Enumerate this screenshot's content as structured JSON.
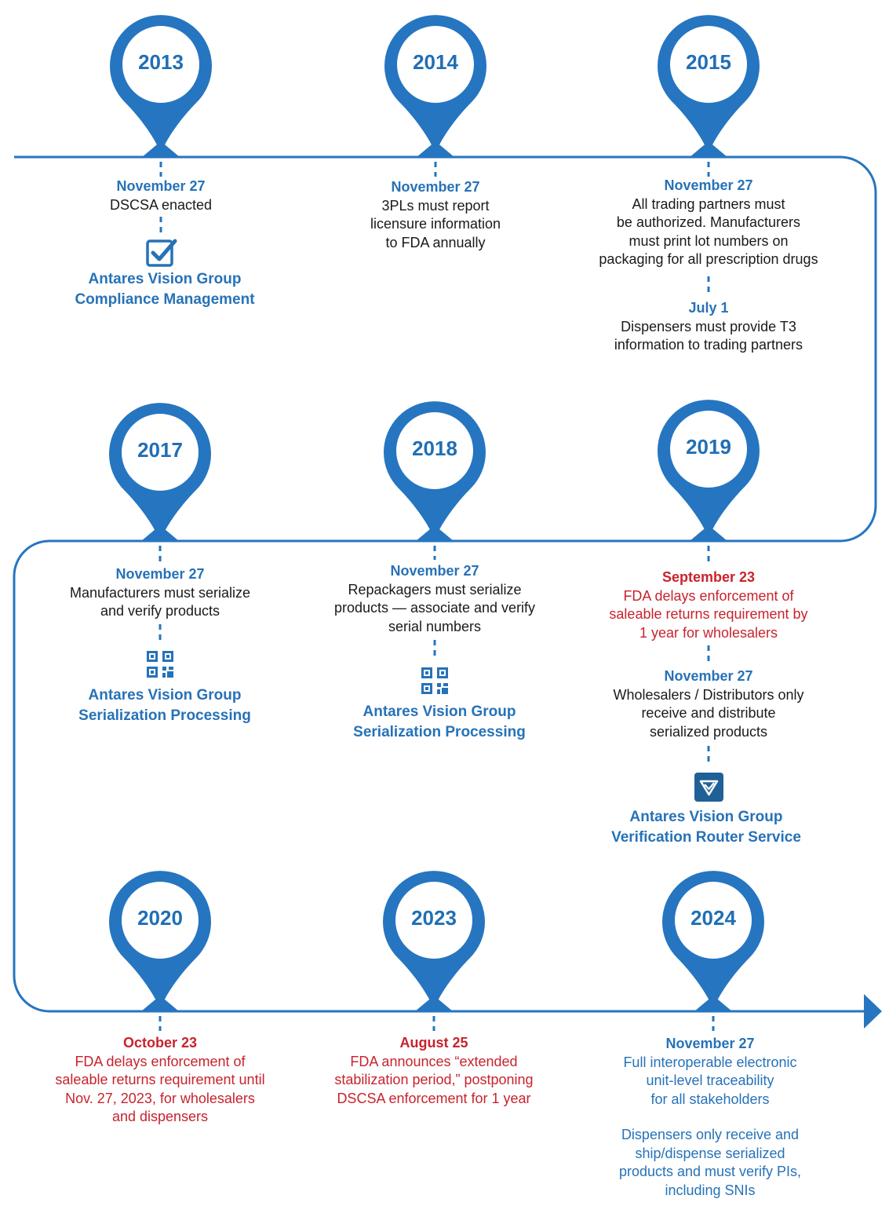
{
  "colors": {
    "primary": "#2672b8",
    "pin": "#2675c0",
    "alert": "#c8232d",
    "text": "#1a1a1a"
  },
  "milestones": [
    {
      "year": "2013",
      "date": "November 27",
      "text": "DSCSA enacted"
    },
    {
      "year": "2014",
      "date": "November 27",
      "text": "3PLs must report\nlicensure information\nto FDA annually"
    },
    {
      "year": "2015",
      "date": "November 27",
      "text": "All trading partners must\nbe authorized. Manufacturers\nmust print lot numbers on\npackaging for all prescription drugs",
      "date2": "July 1",
      "text2": "Dispensers must provide T3\ninformation to trading partners"
    },
    {
      "year": "2017",
      "date": "November 27",
      "text": "Manufacturers must serialize\nand verify products"
    },
    {
      "year": "2018",
      "date": "November 27",
      "text": "Repackagers must serialize\nproducts — associate and verify\nserial numbers"
    },
    {
      "year": "2019",
      "date": "September 23",
      "text": "FDA delays enforcement of\nsaleable returns requirement by\n1 year for wholesalers",
      "date2": "November 27",
      "text2": "Wholesalers / Distributors only\nreceive and distribute\nserialized products"
    },
    {
      "year": "2020",
      "date": "October 23",
      "text": "FDA delays enforcement of\nsaleable returns requirement until\nNov. 27, 2023, for wholesalers\nand dispensers"
    },
    {
      "year": "2023",
      "date": "August 25",
      "text": "FDA announces “extended\nstabilization period,” postponing\nDSCSA enforcement for 1 year"
    },
    {
      "year": "2024",
      "date": "November 27",
      "text": "Full interoperable electronic\nunit-level traceability\nfor all stakeholders",
      "text2": "Dispensers only receive and\nship/dispense serialized\nproducts and must verify PIs,\nincluding SNIs"
    }
  ],
  "products": [
    {
      "icon": "checkbox-icon",
      "label": "Antares Vision Group\nCompliance Management"
    },
    {
      "icon": "qr-code-icon",
      "label": "Antares Vision Group\nSerialization Processing"
    },
    {
      "icon": "qr-code-icon",
      "label": "Antares Vision Group\nSerialization Processing"
    },
    {
      "icon": "verification-router-icon",
      "label": "Antares Vision Group\nVerification Router Service"
    }
  ]
}
